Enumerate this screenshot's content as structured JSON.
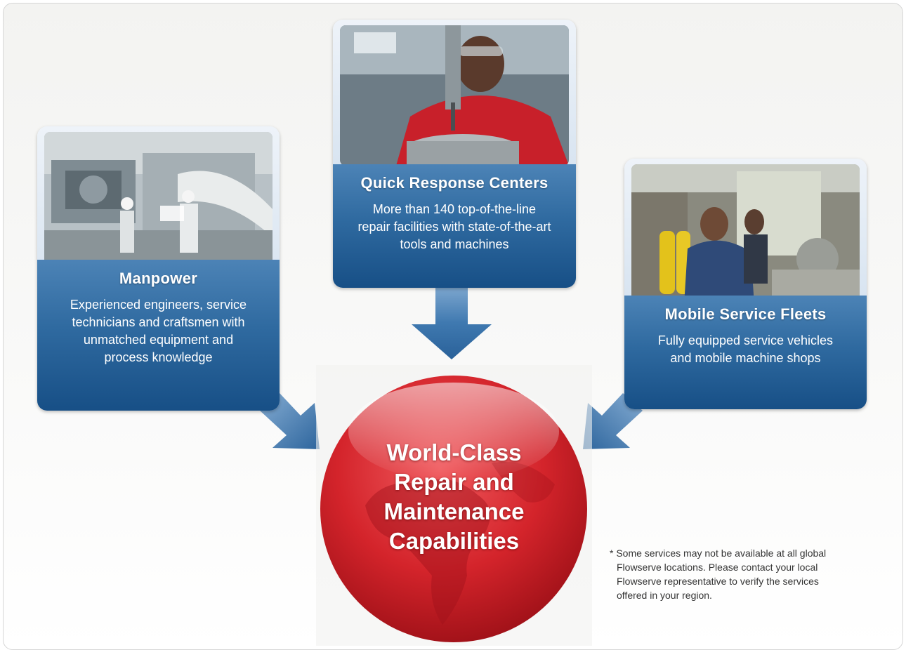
{
  "cards": {
    "manpower": {
      "title": "Manpower",
      "lines": [
        "Experienced engineers, service",
        "technicians and craftsmen with",
        "unmatched equipment and",
        "process knowledge"
      ]
    },
    "quick_response": {
      "title": "Quick Response Centers",
      "lines": [
        "More than 140 top-of-the-line",
        "repair facilities with state-of-the-art",
        "tools and machines"
      ]
    },
    "mobile_fleets": {
      "title": "Mobile Service Fleets",
      "lines": [
        "Fully equipped service vehicles",
        "and mobile machine shops"
      ]
    }
  },
  "center": {
    "lines": [
      "World-Class",
      "Repair and",
      "Maintenance",
      "Capabilities"
    ]
  },
  "footnote": {
    "lines": [
      "* Some services may not be available at all global",
      "Flowserve locations. Please contact your local",
      "Flowserve representative to verify the services",
      "offered in your region."
    ]
  },
  "colors": {
    "card_blue_top": "#4c83b6",
    "card_blue_bottom": "#174f86",
    "globe_red": "#d4242b",
    "arrow_blue": "#3f79b0"
  }
}
